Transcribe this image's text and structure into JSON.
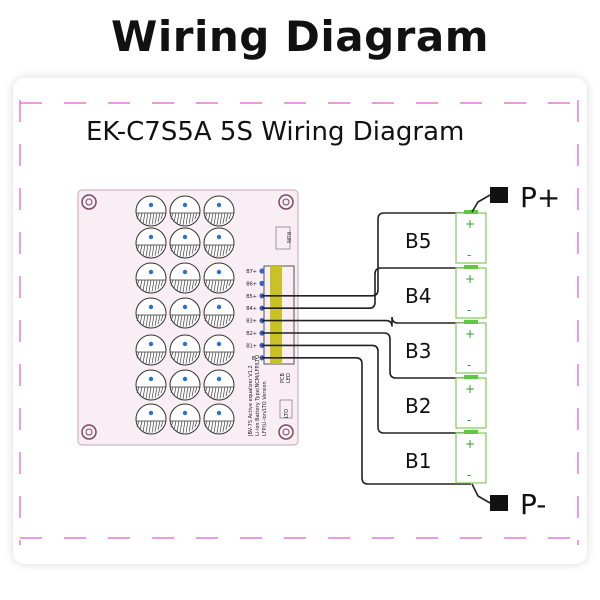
{
  "title": "Wiring Diagram",
  "subtitle": "EK-C7S5A  5S Wiring Diagram",
  "board": {
    "pins": [
      "B7+",
      "B6+",
      "B5+",
      "B4+",
      "B3+",
      "B2+",
      "B1+",
      "B-"
    ],
    "label_run": "RUN",
    "label_pcb": "PCB",
    "label_led": "LED",
    "label_lto": "LTO",
    "caption": [
      "JBV-7S Active equalizer V1.2",
      "Li-ion Battery Type/NCM/LFP/LTO",
      "LFP/Li-ion/LTO Version"
    ]
  },
  "terminals": {
    "positive": "P+",
    "negative": "P-"
  },
  "cells": [
    {
      "label": "B5",
      "plus": "+",
      "minus": "-"
    },
    {
      "label": "B4",
      "plus": "+",
      "minus": "-"
    },
    {
      "label": "B3",
      "plus": "+",
      "minus": "-"
    },
    {
      "label": "B2",
      "plus": "+",
      "minus": "-"
    },
    {
      "label": "B1",
      "plus": "+",
      "minus": "-"
    }
  ],
  "colors": {
    "board": "#f8eef3",
    "wire": "#222222",
    "cell_border": "#7ccc5a",
    "cell_sign": "#2e9e2e",
    "guide": "#e05bd0",
    "connector": "#c8c224"
  }
}
